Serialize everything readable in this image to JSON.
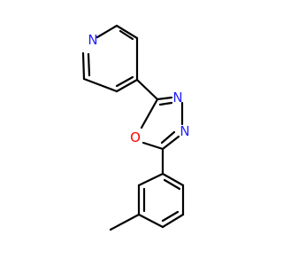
{
  "atoms": {
    "pyridine_n": {
      "symbol": "N",
      "color": "#1f1fff"
    },
    "ring_o": {
      "symbol": "O",
      "color": "#ff0000"
    },
    "n3": {
      "symbol": "N",
      "color": "#1f1fff"
    },
    "n4": {
      "symbol": "N",
      "color": "#1f1fff"
    }
  },
  "colors": {
    "bond": "#000000",
    "background": "#ffffff"
  }
}
